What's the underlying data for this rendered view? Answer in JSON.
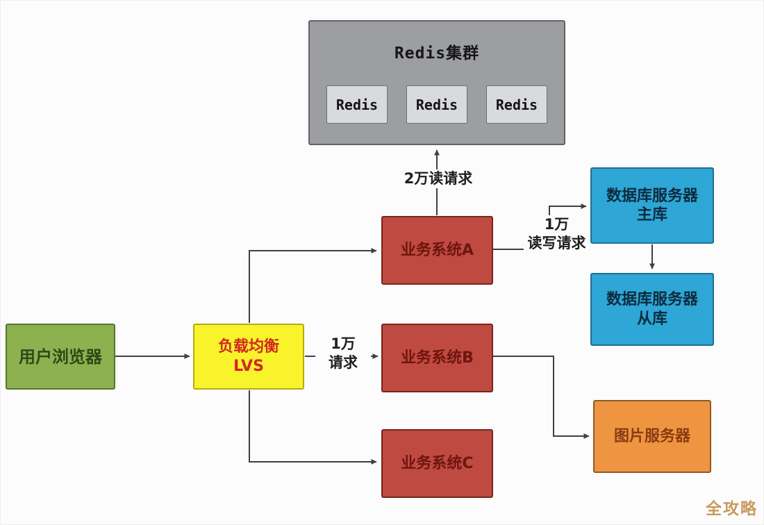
{
  "watermark": {
    "text": "全攻略",
    "color": "#c89a5c"
  },
  "colors": {
    "canvas": "#fcfcfd",
    "wire": "#3a4046",
    "red": "#bf4a41",
    "blue": "#2ea6d6",
    "green": "#8db14f",
    "yellow": "#f8f32b",
    "orange": "#ef9440",
    "cluster_bg": "#9c9ea1",
    "redis_item_bg": "#d9dadd"
  },
  "nodes": {
    "redis_cluster": {
      "title": "Redis集群",
      "items": [
        "Redis",
        "Redis",
        "Redis"
      ]
    },
    "user_browser": {
      "label": "用户浏览器"
    },
    "load_balancer": {
      "line1": "负载均衡",
      "line2": "LVS"
    },
    "system_a": {
      "label": "业务系统A"
    },
    "system_b": {
      "label": "业务系统B"
    },
    "system_c": {
      "label": "业务系统C"
    },
    "db_master": {
      "line1": "数据库服务器",
      "line2": "主库"
    },
    "db_slave": {
      "line1": "数据库服务器",
      "line2": "从库"
    },
    "image_server": {
      "label": "图片服务器"
    }
  },
  "edges": {
    "a_to_redis": {
      "label": "2万读请求"
    },
    "a_to_db_master": {
      "line1": "1万",
      "line2": "读写请求"
    },
    "lvs_to_b": {
      "line1": "1万",
      "line2": "请求"
    }
  }
}
